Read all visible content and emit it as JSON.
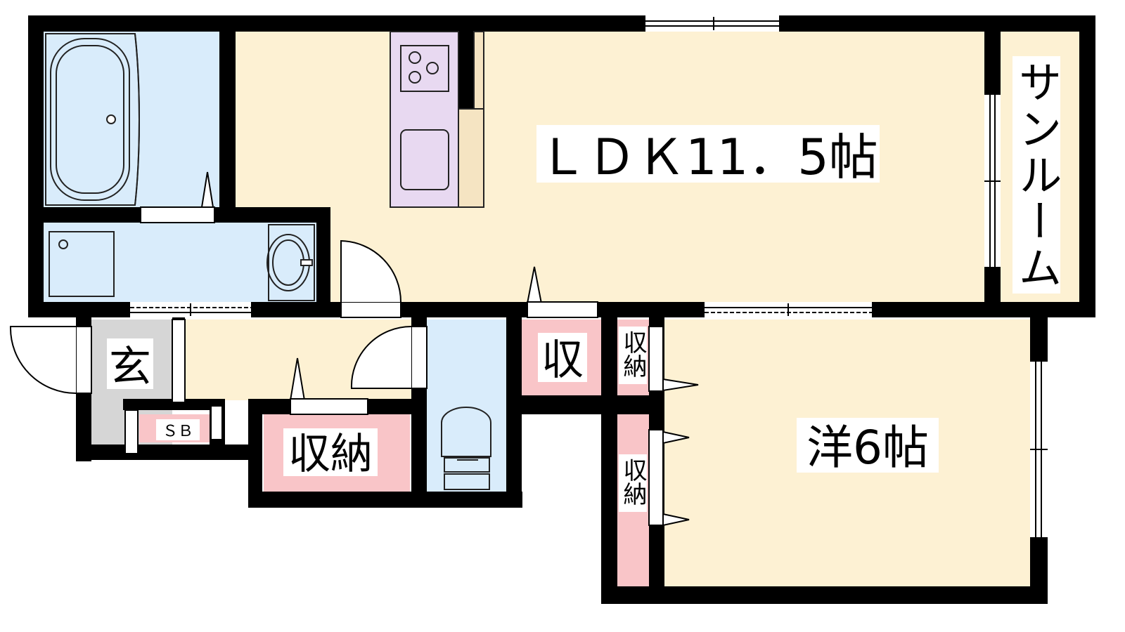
{
  "floor_plan": {
    "colors": {
      "wall": "#000000",
      "living_floor": "#fdf1d3",
      "wet_area": "#d9ecfb",
      "storage": "#f9c5c8",
      "entrance": "#d6d6d6",
      "kitchen": "#e8d9f1",
      "counter": "#f5e4c2",
      "label_bg": "#ffffff",
      "fixture_line": "#222222"
    },
    "rooms": {
      "ldk": "ＬＤＫ11．5帖",
      "western": "洋6帖",
      "sunroom": "サンルーム",
      "entrance": "玄",
      "storage_small": "収",
      "storage_main": "収納",
      "storage_closet_top": "収納",
      "storage_closet_bottom": "収納",
      "shoe_box": "ＳＢ"
    }
  }
}
